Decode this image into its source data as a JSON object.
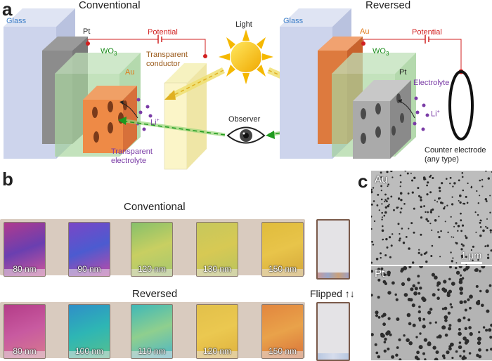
{
  "panel_a": {
    "letter": "a",
    "conventional": {
      "title": "Conventional",
      "glass": "Glass",
      "pt": "Pt",
      "potential": "Potential",
      "wo3": "WO",
      "wo3_sub": "3",
      "transparent_conductor_1": "Transparent",
      "transparent_conductor_2": "conductor",
      "au": "Au",
      "li": "Li",
      "li_sup": "+",
      "electrolyte_1": "Transparent",
      "electrolyte_2": "electrolyte"
    },
    "light": "Light",
    "observer": "Observer",
    "reversed": {
      "title": "Reversed",
      "glass": "Glass",
      "au": "Au",
      "potential": "Potential",
      "wo3": "WO",
      "wo3_sub": "3",
      "pt": "Pt",
      "electrolyte": "Electrolyte",
      "li": "Li",
      "li_sup": "+",
      "counter_1": "Counter electrode",
      "counter_2": "(any type)"
    }
  },
  "panel_b": {
    "letter": "b",
    "conventional_title": "Conventional",
    "reversed_title": "Reversed",
    "flipped_label": "Flipped ↑↓",
    "conventional_samples": [
      {
        "label": "80 nm",
        "gradient": [
          "#b03a8e",
          "#6a3fb0",
          "#d0569a"
        ]
      },
      {
        "label": "90 nm",
        "gradient": [
          "#7a46c6",
          "#4c5bd0",
          "#c04aa6"
        ]
      },
      {
        "label": "120 nm",
        "gradient": [
          "#86c06a",
          "#c8cf62",
          "#a6c86e"
        ]
      },
      {
        "label": "130 nm",
        "gradient": [
          "#c6c85c",
          "#d7c954",
          "#b9c45e"
        ]
      },
      {
        "label": "150 nm",
        "gradient": [
          "#e0bc3c",
          "#e8c44a",
          "#d5a83a"
        ]
      }
    ],
    "reversed_samples": [
      {
        "label": "80 nm",
        "gradient": [
          "#b43c88",
          "#c85aa0",
          "#d77a8e"
        ]
      },
      {
        "label": "100 nm",
        "gradient": [
          "#2f8ec8",
          "#2eb6b4",
          "#57c08e"
        ]
      },
      {
        "label": "110 nm",
        "gradient": [
          "#3fb8b8",
          "#8fcf8e",
          "#4db6c6"
        ]
      },
      {
        "label": "120 nm",
        "gradient": [
          "#e2c04a",
          "#ebc850",
          "#dfb23e"
        ]
      },
      {
        "label": "150 nm",
        "gradient": [
          "#e2863e",
          "#e9a24a",
          "#d9733a"
        ]
      }
    ]
  },
  "panel_c": {
    "letter": "c",
    "top_label": "Au",
    "bottom_label": "Pt",
    "scale_bar": "1 μm"
  },
  "colors": {
    "potential_red": "#d12020",
    "wo3_green": "#1a8c1a",
    "au_orange": "#e07a1a",
    "glass_blue": "#3c7ec8",
    "electrolyte_purple": "#7a3ca6",
    "conductor_brown": "#9a5a1a"
  }
}
